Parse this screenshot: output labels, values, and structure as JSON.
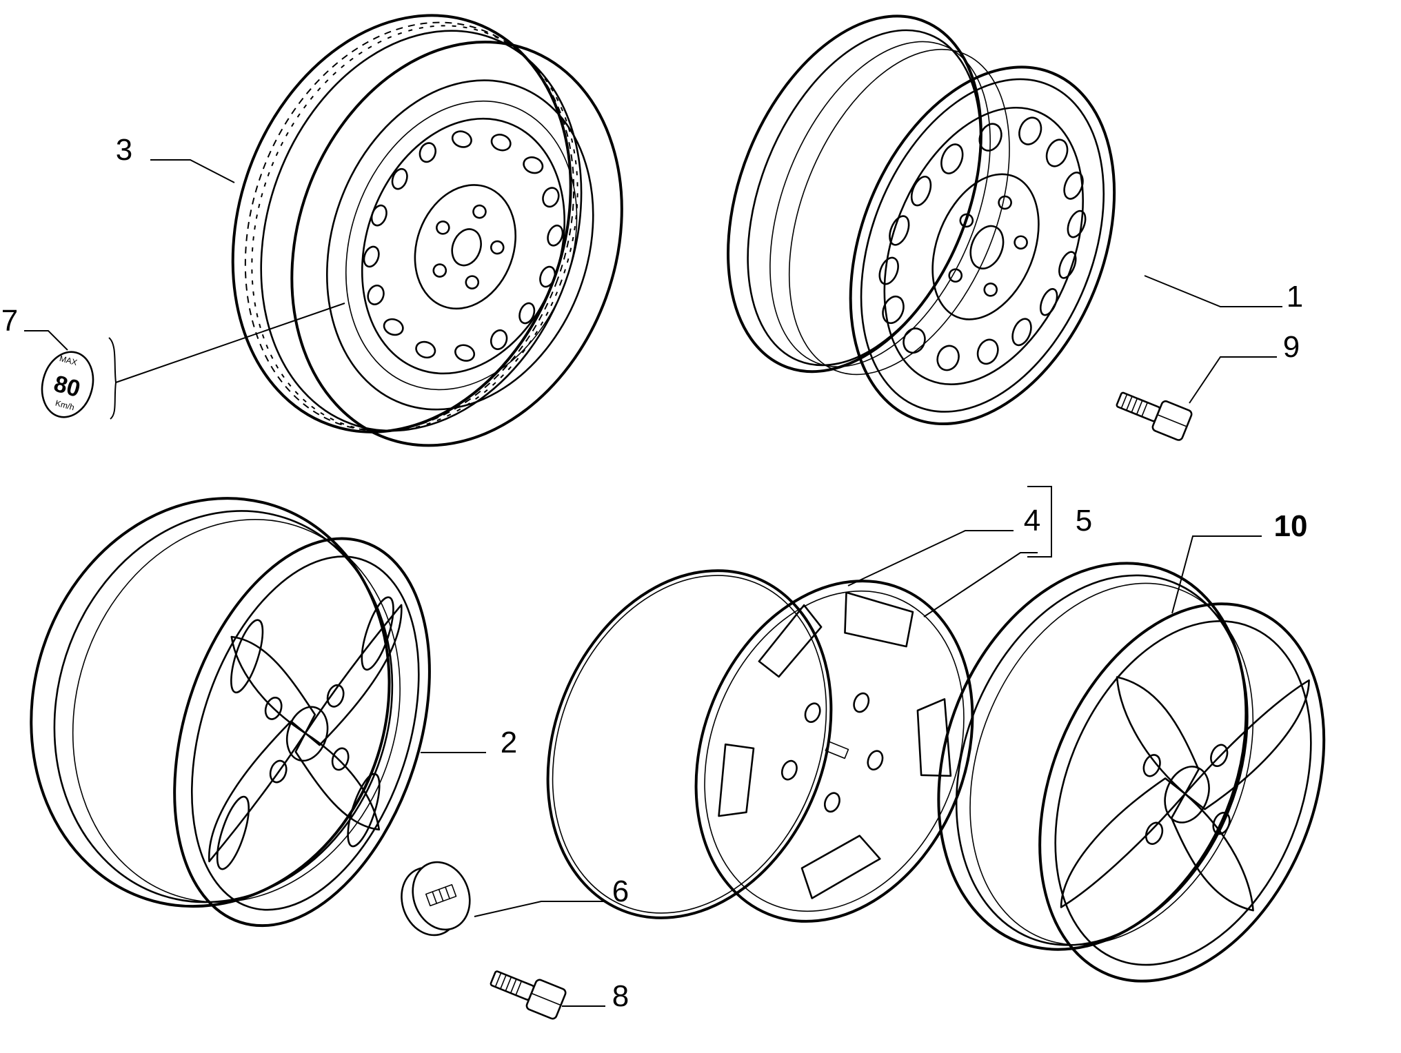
{
  "callouts": {
    "c1": "1",
    "c2": "2",
    "c3": "3",
    "c4": "4",
    "c5": "5",
    "c6": "6",
    "c7": "7",
    "c8": "8",
    "c9": "9",
    "c10": "10"
  },
  "speed_label": {
    "max": "MAX",
    "value": "80",
    "unit": "Km/h"
  }
}
